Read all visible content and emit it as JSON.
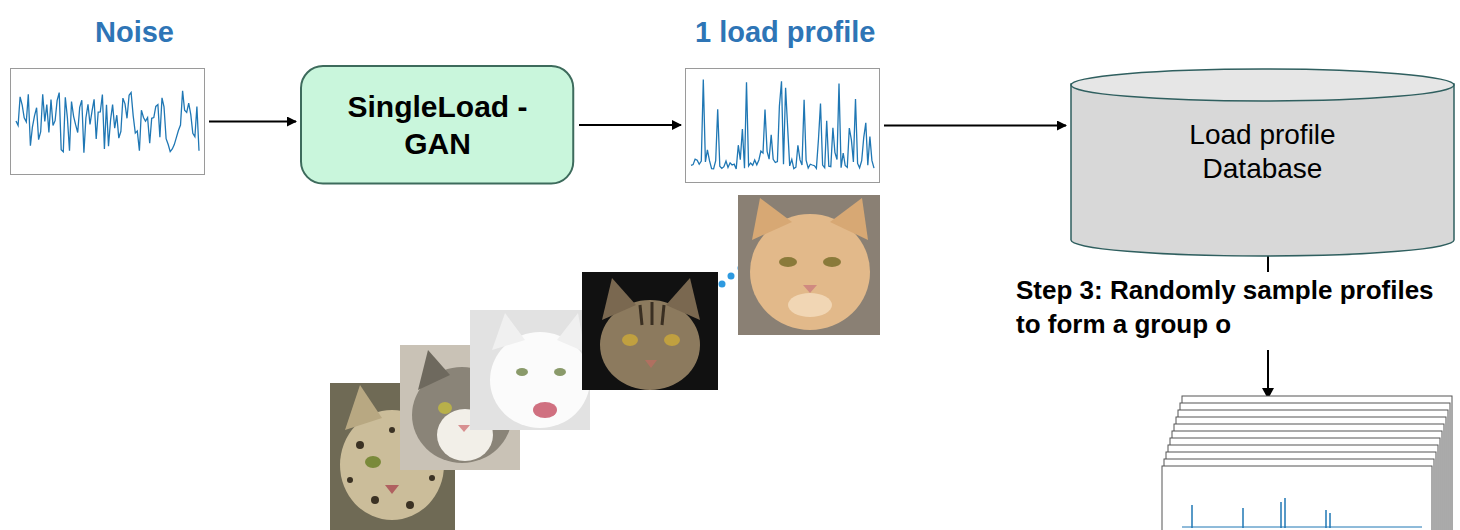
{
  "diagram": {
    "nodes": [
      {
        "text": [
          "Noise"
        ]
      },
      {
        "text": [
          "SingleLoad -GAN"
        ]
      },
      {
        "text": [
          "1 load profile"
        ]
      },
      {
        "text": [
          "Load profile Database"
        ]
      }
    ],
    "edges": [
      {
        "from": 0,
        "to": 1,
        "arrow": "to"
      },
      {
        "from": 1,
        "to": 2,
        "arrow": "to"
      },
      {
        "from": 2,
        "to": 3,
        "arrow": "to"
      }
    ],
    "labels": [
      "Step 3: Randomly sample profiles to form a group o"
    ]
  }
}
